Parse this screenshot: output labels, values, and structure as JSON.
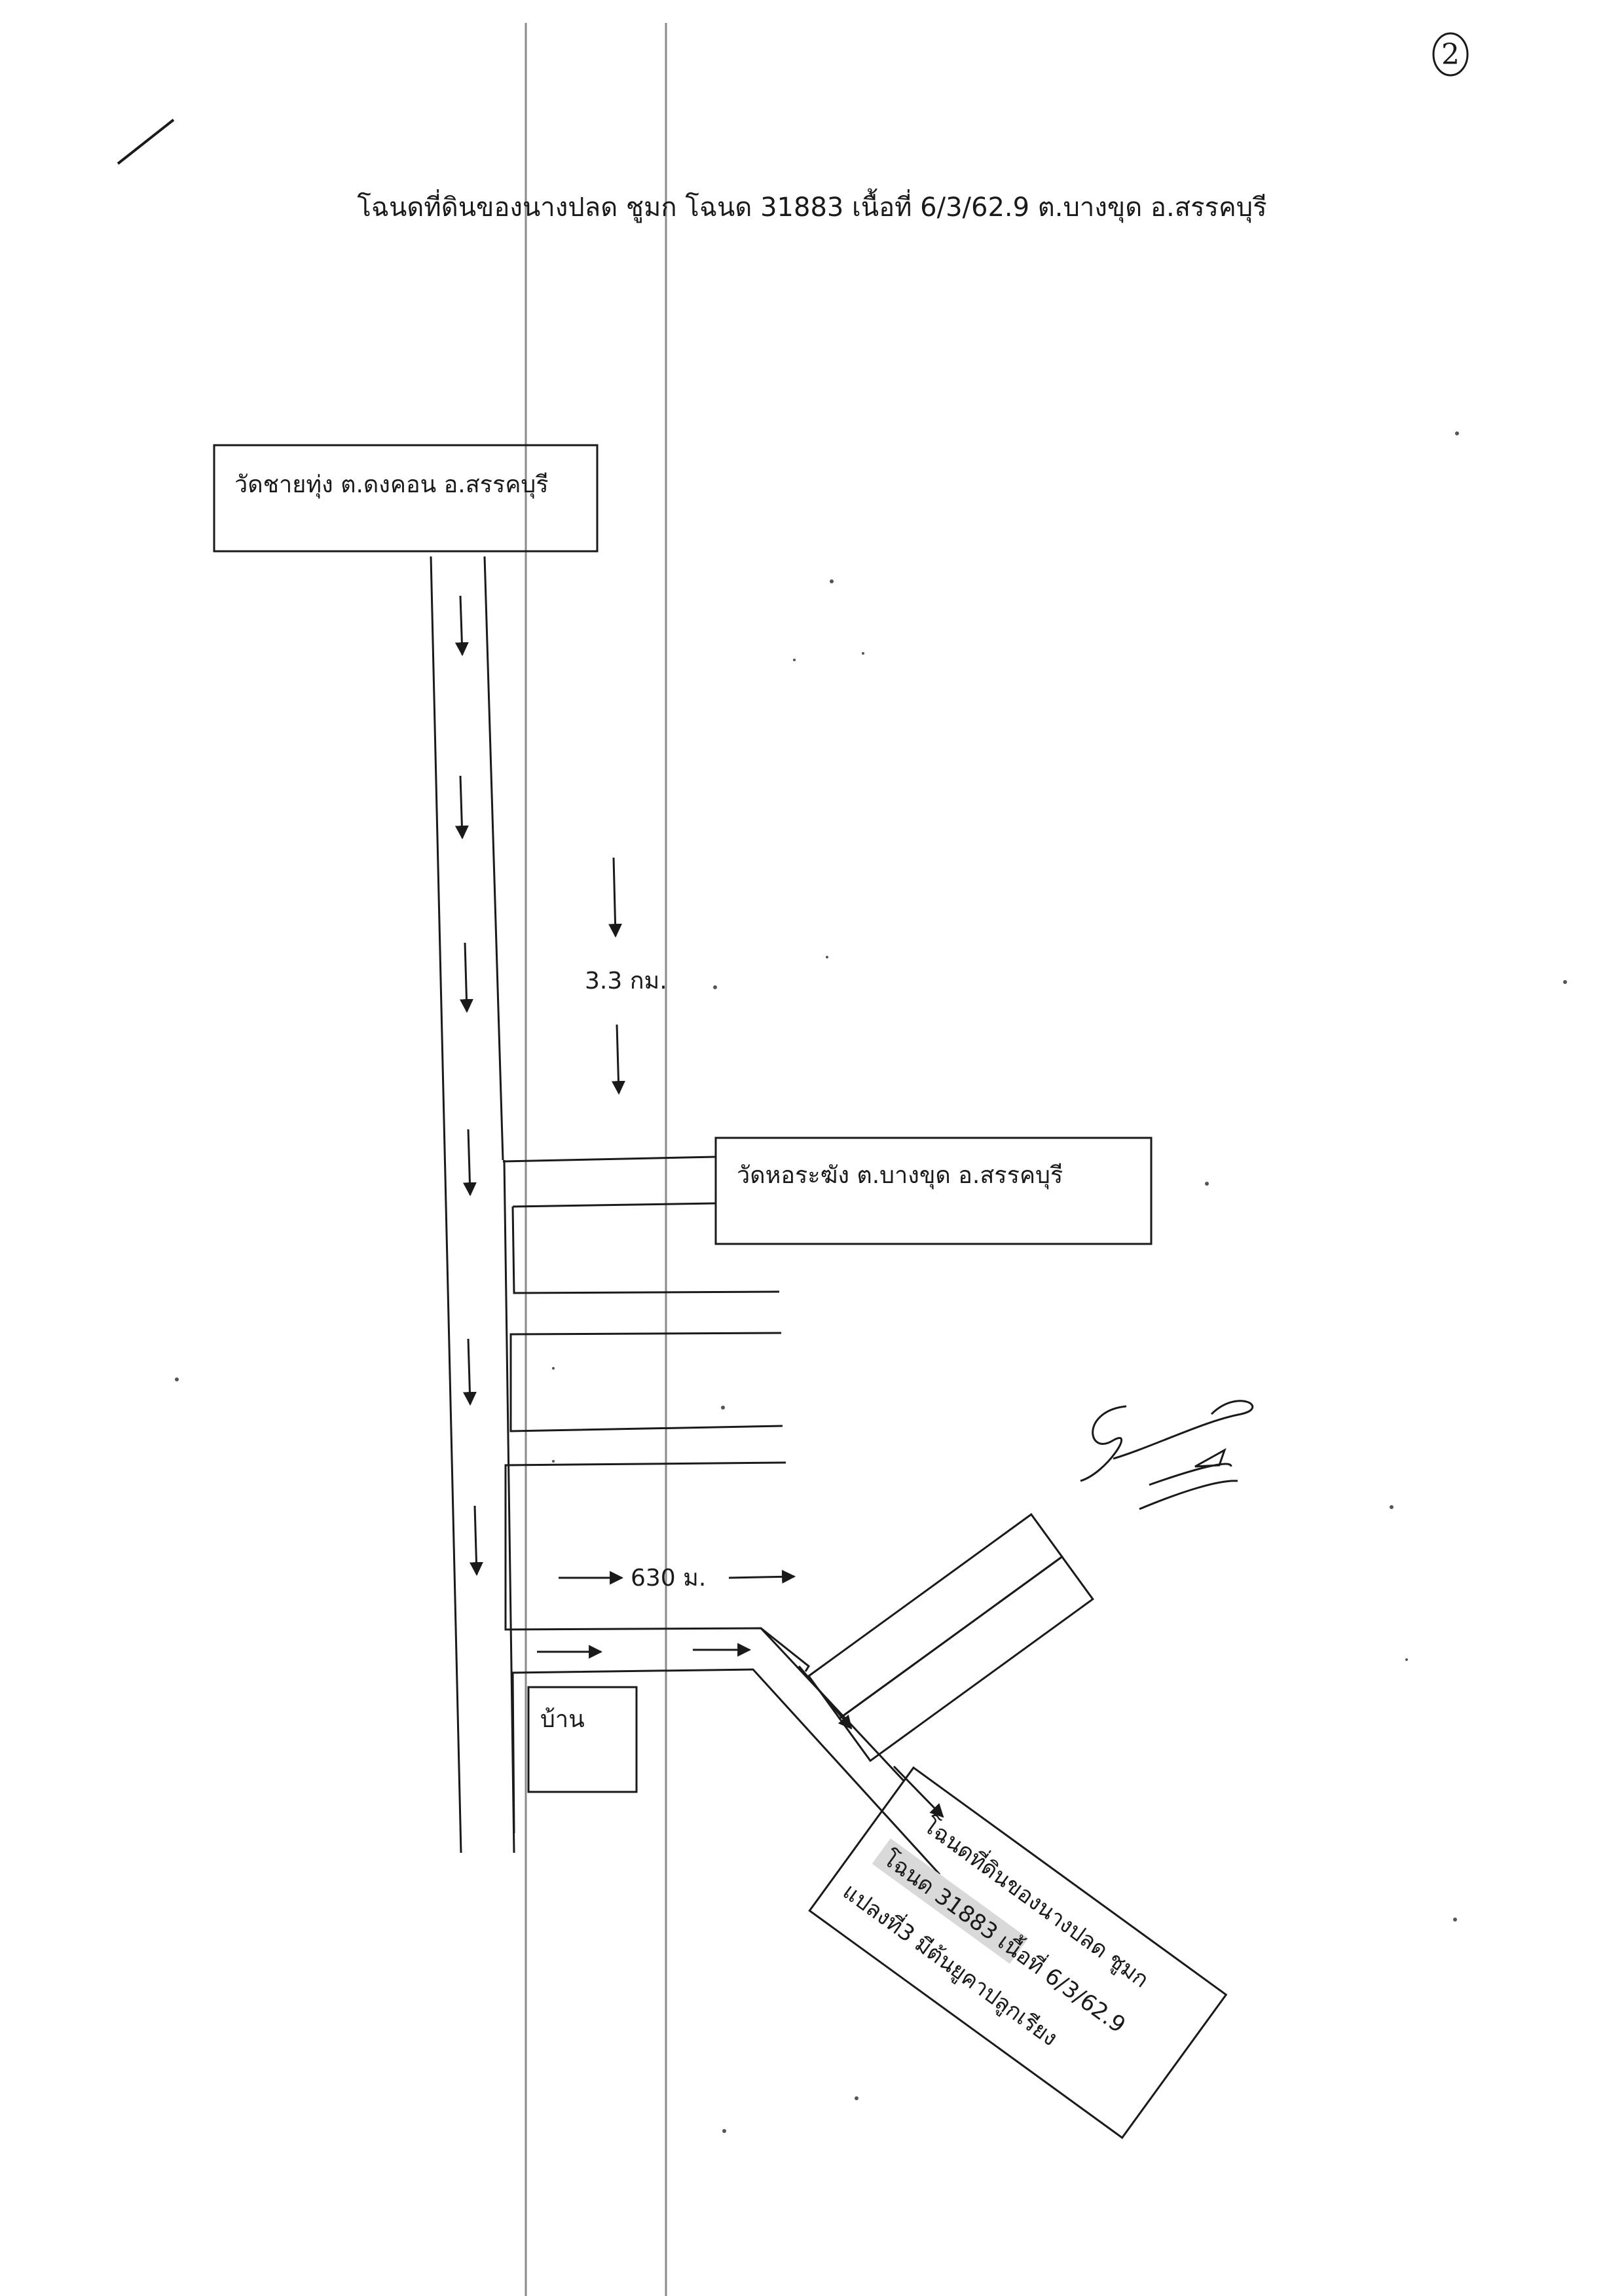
{
  "page": {
    "number": "2",
    "title": "โฉนดที่ดินของนางปลด ชูมก โฉนด 31883 เนื้อที่ 6/3/62.9 ต.บางขุด อ.สรรคบุรี"
  },
  "labels": {
    "start": "วัดชายทุ่ง ต.ดงคอน อ.สรรคบุรี",
    "landmark": "วัดหอระฆัง ต.บางขุด อ.สรรคบุรี",
    "house": "บ้าน",
    "distance_main": "3.3 กม.",
    "distance_branch": "630 ม."
  },
  "plot": {
    "line1": "โฉนดที่ดินของนางปลด ชูมก",
    "line2": "โฉนด 31883 เนื้อที่ 6/3/62.9",
    "line3": "แปลงที่3 มีต้นยูคาปลูกเรียง"
  },
  "colors": {
    "ink": "#1a1a1a",
    "scan_line": "#8a8a8a",
    "highlight": "#d9d9d9"
  }
}
